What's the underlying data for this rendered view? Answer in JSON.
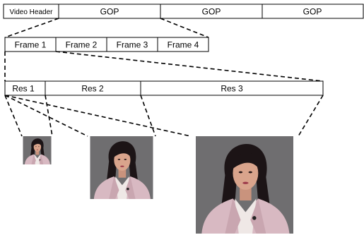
{
  "stream_row": {
    "cells": [
      {
        "label": "Video Header"
      },
      {
        "label": "GOP"
      },
      {
        "label": "GOP"
      },
      {
        "label": "GOP"
      }
    ]
  },
  "frame_row": {
    "cells": [
      {
        "label": "Frame 1"
      },
      {
        "label": "Frame 2"
      },
      {
        "label": "Frame 3"
      },
      {
        "label": "Frame 4"
      }
    ]
  },
  "resolution_row": {
    "cells": [
      {
        "label": "Res 1"
      },
      {
        "label": "Res 2"
      },
      {
        "label": "Res 3"
      }
    ]
  },
  "images": [
    {
      "name": "res1-image"
    },
    {
      "name": "res2-image"
    },
    {
      "name": "res3-image"
    }
  ],
  "colors": {
    "line": "#000000",
    "photo_background": "#6f6e70",
    "jacket": "#d8b9c2",
    "hair": "#1c1416",
    "skin": "#d9a48c",
    "shirt": "#efe8e6"
  }
}
